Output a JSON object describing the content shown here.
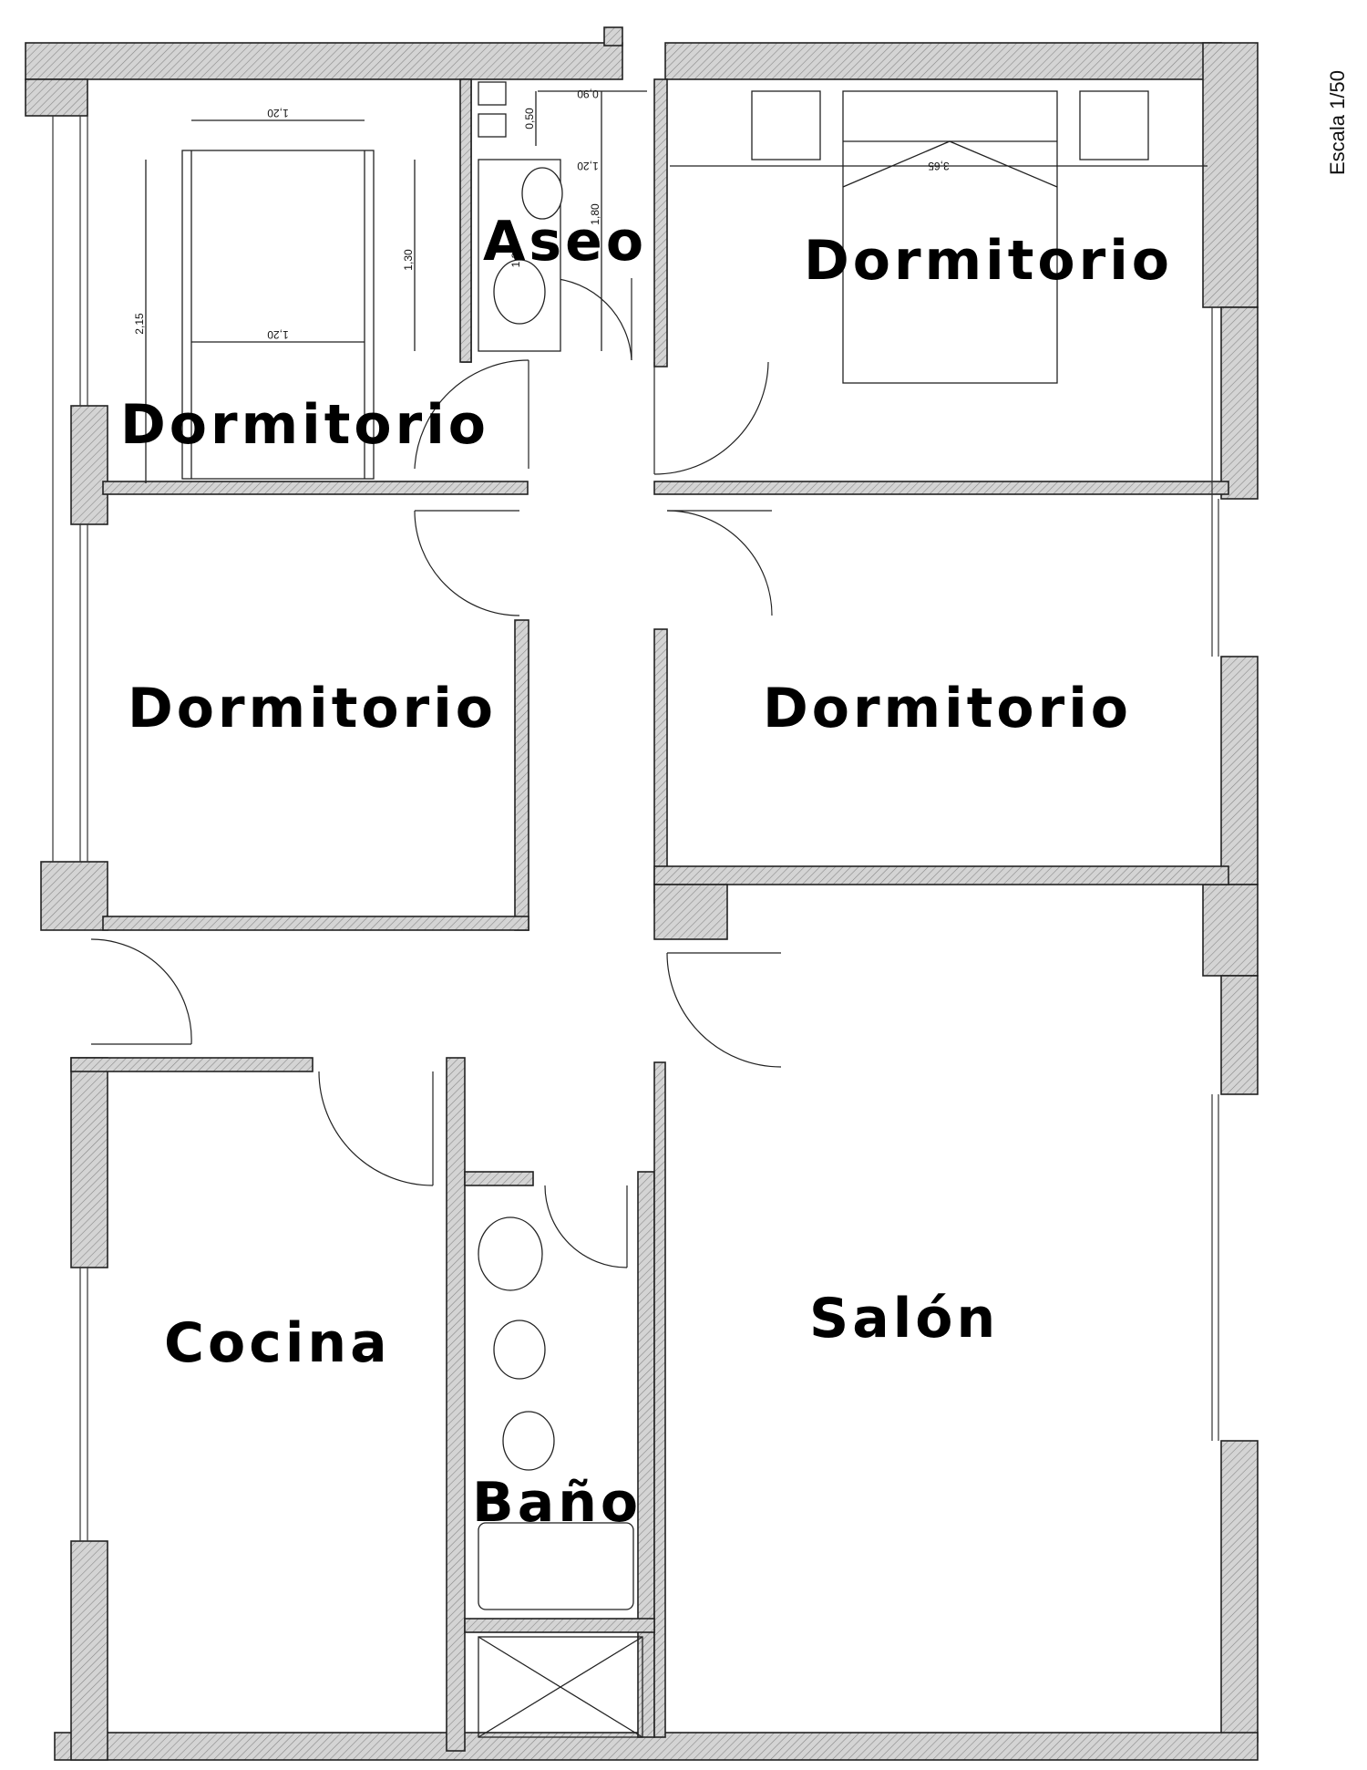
{
  "scale": "Escala 1/50",
  "rooms": {
    "aseo": "Aseo",
    "dormitorio_top_left": "Dormitorio",
    "dormitorio_top_right": "Dormitorio",
    "dormitorio_mid_left": "Dormitorio",
    "dormitorio_mid_right": "Dormitorio",
    "cocina": "Cocina",
    "salon": "Salón",
    "bano": "Baño"
  },
  "dimensions": {
    "wardrobe_top": "1,20",
    "wardrobe_bottom": "1,20",
    "wardrobe_depth": "1,30",
    "room_depth": "2,15",
    "aseo_width": "0,90",
    "aseo_shelf": "0,50",
    "aseo_depth": "1,80",
    "aseo_inner": "1,20",
    "bedroom_width": "3,65",
    "aseo_small": "1,3"
  }
}
